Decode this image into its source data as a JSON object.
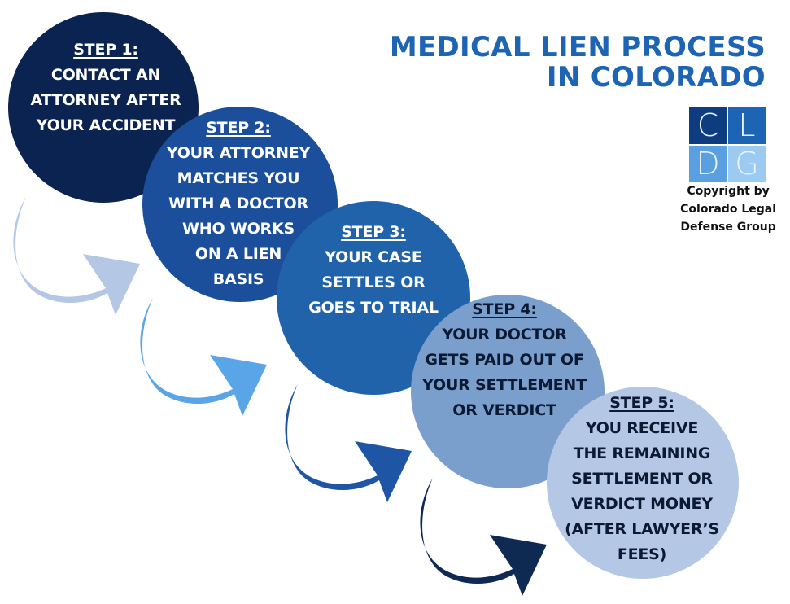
{
  "title": {
    "line1": "MEDICAL LIEN PROCESS",
    "line2": "IN COLORADO",
    "color": "#1e64b4"
  },
  "logo": {
    "letters": [
      "C",
      "L",
      "D",
      "G"
    ],
    "colors": [
      "#0d3d80",
      "#1e64b4",
      "#5aa0e0",
      "#9ccaf0"
    ]
  },
  "copyright": {
    "line1": "Copyright by",
    "line2": "Colorado Legal",
    "line3": "Defense Group"
  },
  "steps": [
    {
      "label": "STEP 1:",
      "lines": [
        "CONTACT AN",
        "ATTORNEY AFTER",
        "YOUR ACCIDENT"
      ],
      "color": "#0b2350"
    },
    {
      "label": "STEP 2:",
      "lines": [
        "YOUR ATTORNEY",
        "MATCHES YOU",
        "WITH A DOCTOR",
        "WHO WORKS",
        "ON A LIEN",
        "BASIS"
      ],
      "color": "#1b4f9c"
    },
    {
      "label": "STEP 3:",
      "lines": [
        "YOUR CASE",
        "SETTLES OR",
        "GOES TO TRIAL"
      ],
      "color": "#2163ab"
    },
    {
      "label": "STEP 4:",
      "lines": [
        "YOUR DOCTOR",
        "GETS PAID OUT OF",
        "YOUR SETTLEMENT",
        "OR VERDICT"
      ],
      "color": "#7b9fcd"
    },
    {
      "label": "STEP 5:",
      "lines": [
        "YOU RECEIVE",
        "THE REMAINING",
        "SETTLEMENT OR",
        "VERDICT MONEY",
        "(AFTER LAWYER’S",
        "FEES)"
      ],
      "color": "#b4c8e6"
    }
  ],
  "arrows": [
    {
      "from": "step-1",
      "to": "step-2",
      "color": "#b4c8e6"
    },
    {
      "from": "step-2",
      "to": "step-3",
      "color": "#5aa5e8"
    },
    {
      "from": "step-3",
      "to": "step-4",
      "color": "#1e55a5"
    },
    {
      "from": "step-4",
      "to": "step-5",
      "color": "#0f2a52"
    }
  ]
}
